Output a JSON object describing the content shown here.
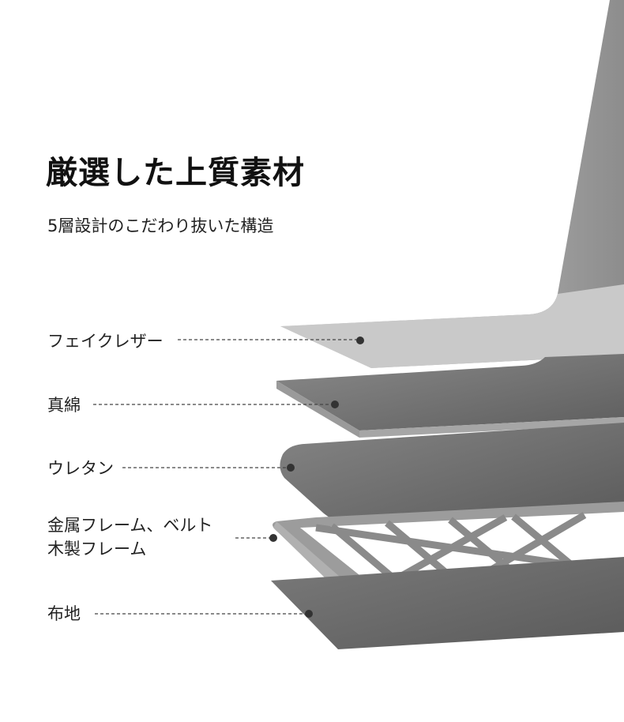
{
  "title": "厳選した上質素材",
  "subtitle": "5層設計のこだわり抜いた構造",
  "layers": [
    {
      "label": "フェイクレザー"
    },
    {
      "label": "真綿"
    },
    {
      "label": "ウレタン"
    },
    {
      "label_line1": "金属フレーム、ベルト",
      "label_line2": "木製フレーム"
    },
    {
      "label": "布地"
    }
  ],
  "colors": {
    "text": "#111111",
    "dot": "#333333",
    "layer_light": "#c9c9c9",
    "layer_dark": "#6e6e6e"
  }
}
